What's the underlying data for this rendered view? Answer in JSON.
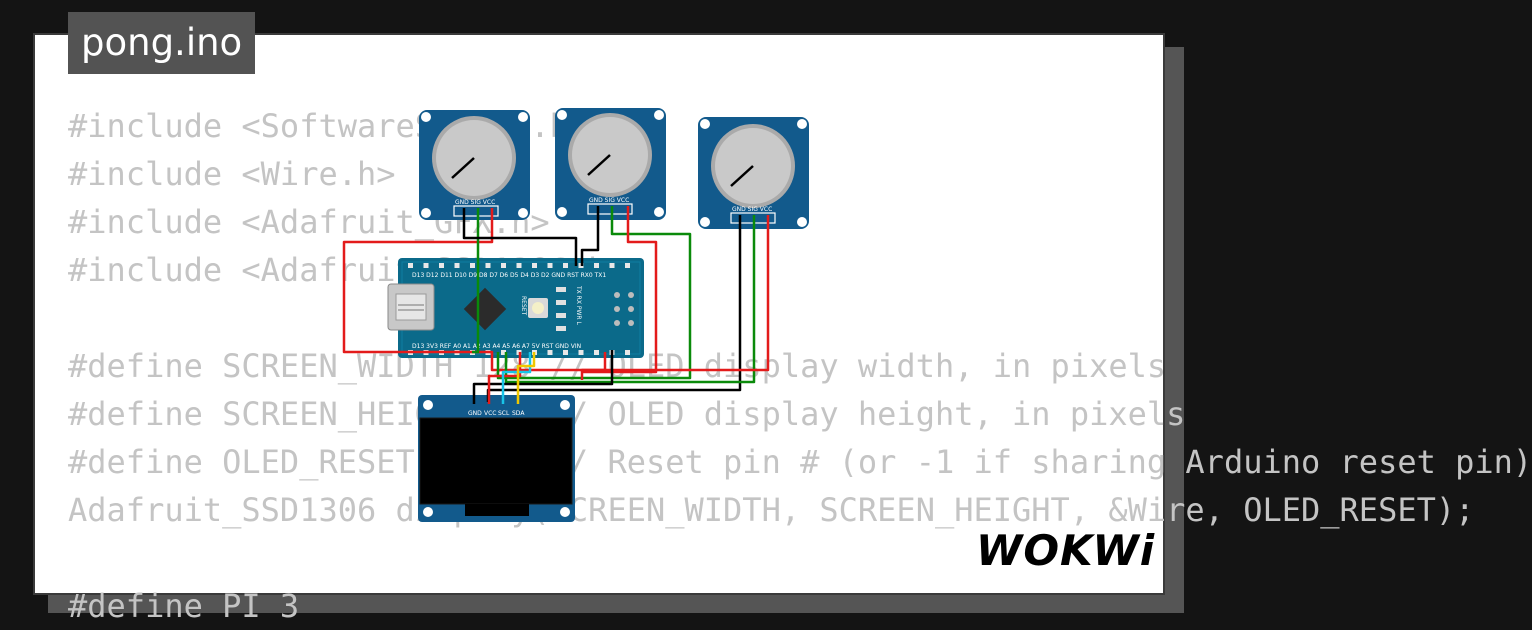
{
  "title": "pong.ino",
  "logo": "WOKWi",
  "code_lines": [
    "#include <SoftwareSerial.h>",
    "#include <Wire.h>",
    "#include <Adafruit_GFX.h>",
    "#include <Adafruit_SSD1306.h>",
    "",
    "#define SCREEN_WIDTH 128 // OLED display width, in pixels",
    "#define SCREEN_HEIGHT 64 // OLED display height, in pixels",
    "#define OLED_RESET     4 // Reset pin # (or -1 if sharing Arduino reset pin)",
    "Adafruit_SSD1306 display(SCREEN_WIDTH, SCREEN_HEIGHT, &Wire, OLED_RESET);",
    "",
    "#define PI 3"
  ],
  "components": {
    "potentiometer_pins": "GND SIG VCC",
    "oled_pins": [
      "GND",
      "VCC",
      "SCL",
      "SDA"
    ],
    "arduino_labels": {
      "top_pins": "D13 D12 D11 D10 D9 D8 D7 D6 D5 D4 D3 D2 GND RST RX0 TX1",
      "bottom_pins": "D13 3V3 REF A0 A1 A2 A3 A4 A5 A6 A7 5V RST GND VIN",
      "reset": "RESET",
      "leds": "TX RX PWR L"
    }
  },
  "colors": {
    "background": "#141414",
    "card": "#ffffff",
    "code_text": "#c4c4c4",
    "tab_bg": "#535353",
    "board": "#0b6a8a",
    "module": "#125a8c",
    "wire_red": "#e31b1b",
    "wire_black": "#000000",
    "wire_green": "#0a8a0a",
    "wire_cyan": "#18c4e8",
    "wire_yellow": "#f0c800"
  }
}
